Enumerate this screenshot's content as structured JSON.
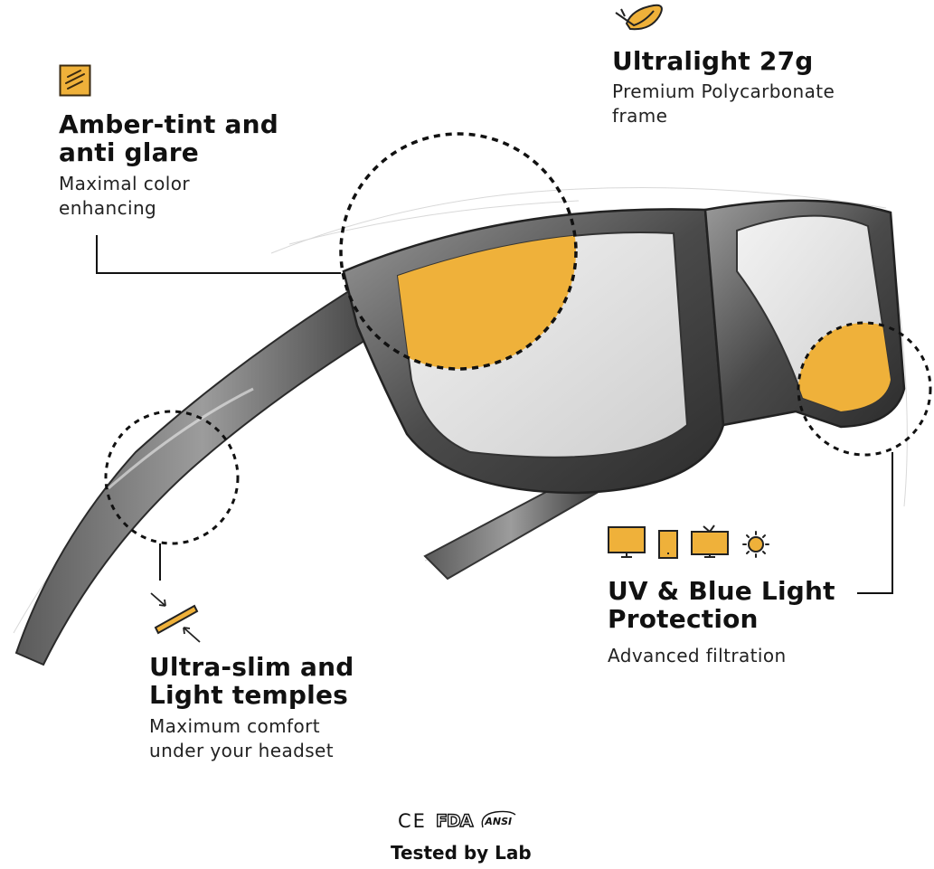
{
  "colors": {
    "amber": "#EFB13A",
    "ink": "#111111",
    "frame_dark": "#3a3a3a",
    "frame_mid": "#8a8a8a",
    "lens_light": "#d9d9d9",
    "background": "#ffffff"
  },
  "features": {
    "amber_tint": {
      "icon": "amber-lens-swatch-icon",
      "title_line1": "Amber-tint and",
      "title_line2": "anti glare",
      "sub_line1": "Maximal color",
      "sub_line2": "enhancing"
    },
    "ultralight": {
      "icon": "feather-icon",
      "title": "Ultralight 27g",
      "sub_line1": "Premium Polycarbonate",
      "sub_line2": "frame"
    },
    "uv_blue": {
      "icons": [
        "monitor-icon",
        "tablet-icon",
        "tv-icon",
        "sun-icon"
      ],
      "title_line1": "UV & Blue Light",
      "title_line2": "Protection",
      "sub": "Advanced filtration"
    },
    "temples": {
      "icon": "slim-temple-icon",
      "title_line1": "Ultra-slim and",
      "title_line2": "Light temples",
      "sub_line1": "Maximum comfort",
      "sub_line2": "under your headset"
    }
  },
  "certifications": {
    "logos": [
      "CE",
      "FDA",
      "ANSI"
    ],
    "label": "Tested by Lab"
  }
}
